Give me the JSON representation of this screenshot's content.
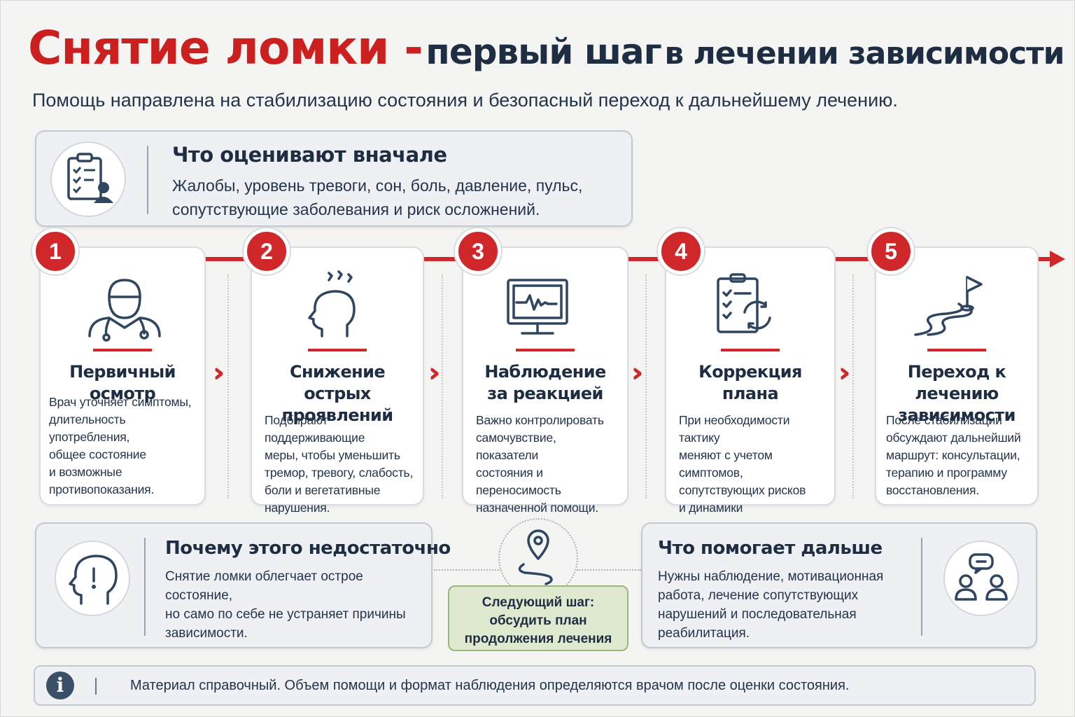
{
  "header": {
    "title_red": "Снятие ломки -",
    "title_dark_big": "первый шаг",
    "title_dark_small": "в лечении зависимости",
    "subtitle": "Помощь направлена на стабилизацию состояния и безопасный переход к дальнейшему лечению."
  },
  "assessment": {
    "icon": "clipboard-user-icon",
    "title": "Что оценивают вначале",
    "text": "Жалобы, уровень тревоги, сон, боль, давление, пульс,\nсопутствующие заболевания и риск осложнений."
  },
  "steps": [
    {
      "number": "1",
      "icon": "doctor-icon",
      "title": "Первичный осмотр",
      "text": "Врач уточняет симптомы,\nдлительность употребления,\nобщее состояние\nи возможные\nпротивопоказания."
    },
    {
      "number": "2",
      "icon": "head-stress-icon",
      "title": "Снижение острых\nпроявлений",
      "text": "Подбирают поддерживающие\nмеры, чтобы уменьшить\nтремор, тревогу, слабость,\nболи и вегетативные\nнарушения."
    },
    {
      "number": "3",
      "icon": "monitor-pulse-icon",
      "title": "Наблюдение\nза реакцией",
      "text": "Важно контролировать\nсамочувствие, показатели\nсостояния и переносимость\nназначенной помощи."
    },
    {
      "number": "4",
      "icon": "clipboard-refresh-icon",
      "title": "Коррекция плана",
      "text": "При необходимости тактику\nменяют с учетом симптомов,\nсопутствующих рисков\nи динамики\nсамочувствия."
    },
    {
      "number": "5",
      "icon": "road-flag-icon",
      "title": "Переход к лечению\nзависимости",
      "text": "После стабилизации\nобсуждают дальнейший\nмаршрут: консультации,\nтерапию и программу\nвосстановления."
    }
  ],
  "why": {
    "icon": "head-exclamation-icon",
    "title": "Почему этого недостаточно",
    "text": "Снятие ломки облегчает острое состояние,\nно само по себе не устраняет причины\nзависимости."
  },
  "next_step": {
    "icon": "map-pin-route-icon",
    "text": "Следующий шаг:\nобсудить план\nпродолжения лечения"
  },
  "helps": {
    "icon": "people-chat-icon",
    "title": "Что помогает дальше",
    "text": "Нужны наблюдение, мотивационная\nработа, лечение сопутствующих\nнарушений и последовательная\nреабилитация."
  },
  "footer": {
    "icon": "info-icon",
    "icon_glyph": "i",
    "text": "Материал справочный. Объем помощи и формат наблюдения определяются врачом после оценки состояния."
  },
  "colors": {
    "accent_red": "#d0282a",
    "dark_navy": "#1e2d42",
    "green_box": "#dfe9cf"
  }
}
